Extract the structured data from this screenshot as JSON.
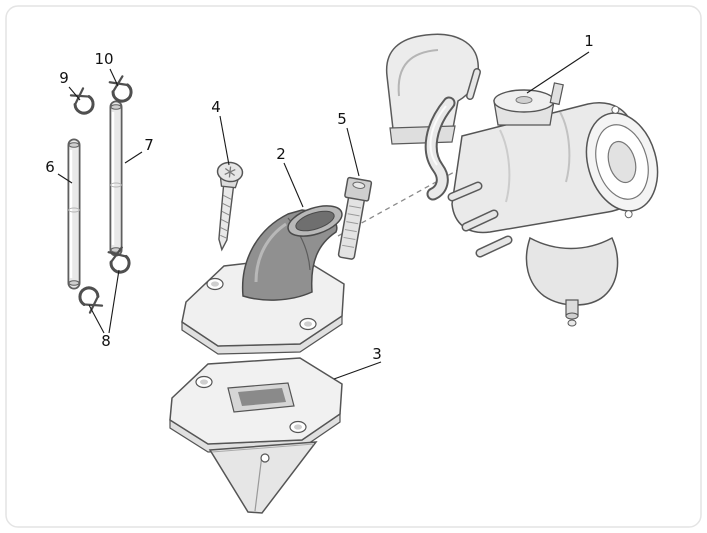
{
  "page": {
    "background": "#ffffff",
    "border_color": "#e4e4e4"
  },
  "diagram": {
    "type": "exploded-parts-diagram",
    "subject": "carburettor-assembly",
    "ink_color": "#3f3f3f",
    "callout_color": "#111111",
    "callouts": [
      {
        "number": "1",
        "part": "carburettor"
      },
      {
        "number": "2",
        "part": "intake-manifold"
      },
      {
        "number": "3",
        "part": "reed-valve-unit"
      },
      {
        "number": "4",
        "part": "fixing-screw"
      },
      {
        "number": "5",
        "part": "hose-clamp"
      },
      {
        "number": "6",
        "part": "fuel-hose"
      },
      {
        "number": "7",
        "part": "breather-hose"
      },
      {
        "number": "8",
        "part": "hose-spring-clips"
      },
      {
        "number": "9",
        "part": "hose-spring-clip"
      },
      {
        "number": "10",
        "part": "hose-spring-clip"
      }
    ]
  }
}
